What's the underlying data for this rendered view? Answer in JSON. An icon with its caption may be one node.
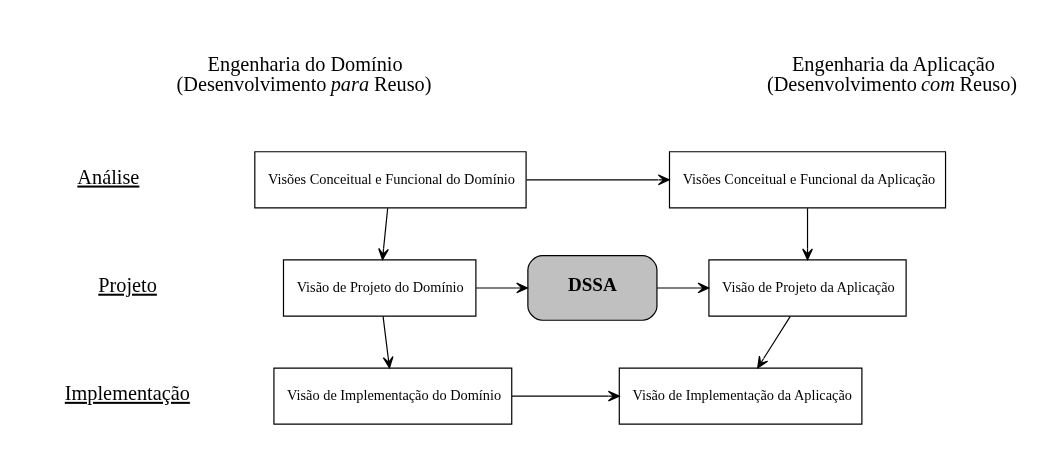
{
  "diagram": {
    "nodes": [
      {
        "text": [
          "Visões Conceitual e Funcional do Domínio"
        ]
      },
      {
        "text": [
          "Visões Conceitual e Funcional da Aplicação"
        ]
      },
      {
        "text": [
          "Visão de Projeto do Domínio"
        ]
      },
      {
        "text": [
          "DSSA"
        ]
      },
      {
        "text": [
          "Visão de Projeto da Aplicação"
        ]
      },
      {
        "text": [
          "Visão de Implementação do Domínio"
        ]
      },
      {
        "text": [
          "Visão de Implementação da Aplicação"
        ]
      }
    ],
    "edges": [
      {
        "from": 0,
        "to": 1,
        "arrow": "to"
      },
      {
        "from": 0,
        "to": 2,
        "arrow": "to"
      },
      {
        "from": 1,
        "to": 4,
        "arrow": "to"
      },
      {
        "from": 2,
        "to": 3,
        "arrow": "to"
      },
      {
        "from": 3,
        "to": 4,
        "arrow": "to"
      },
      {
        "from": 2,
        "to": 5,
        "arrow": "to"
      },
      {
        "from": 4,
        "to": 6,
        "arrow": "to"
      },
      {
        "from": 5,
        "to": 6,
        "arrow": "to"
      }
    ],
    "labels": [
      "Engenharia do Domínio (Desenvolvimento *para* Reuso)",
      "Engenharia da Aplicação (Desenvolvimento *com* Reuso)",
      "Análise",
      "Projeto",
      "Implementação"
    ]
  }
}
